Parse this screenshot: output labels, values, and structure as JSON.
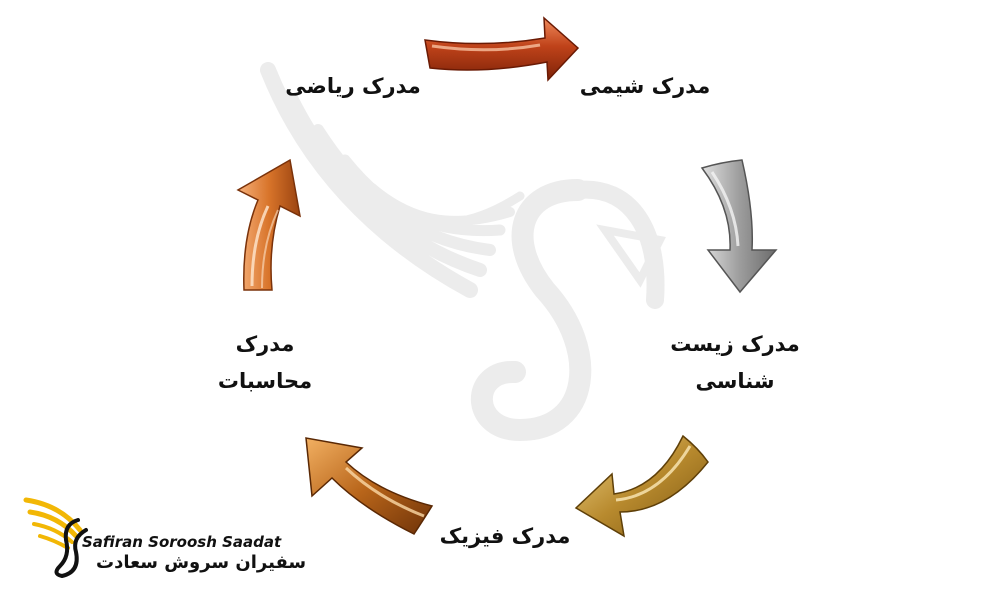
{
  "diagram": {
    "nodes": [
      {
        "id": "chemistry",
        "text": "مدرک شیمی"
      },
      {
        "id": "biology",
        "line1": "مدرک زیست",
        "line2": "شناسی"
      },
      {
        "id": "physics",
        "text": "مدرک فیزیک"
      },
      {
        "id": "accounting",
        "line1": "مدرک",
        "line2": "محاسبات"
      },
      {
        "id": "math",
        "text": "مدرک ریاضی"
      }
    ],
    "arrows": [
      {
        "from": "math",
        "to": "chemistry",
        "color": "#c0431a"
      },
      {
        "from": "chemistry",
        "to": "biology",
        "color": "#9e9e9e"
      },
      {
        "from": "biology",
        "to": "physics",
        "color": "#b88a2e"
      },
      {
        "from": "physics",
        "to": "accounting",
        "color": "#b8651a"
      },
      {
        "from": "accounting",
        "to": "math",
        "color": "#d8742a"
      }
    ],
    "watermark": {
      "color": "#ececec"
    }
  },
  "logo": {
    "text_en": "Safiran Soroosh Saadat",
    "text_fa": "سفیران سروش سعادت",
    "accent": "#f2b705"
  }
}
